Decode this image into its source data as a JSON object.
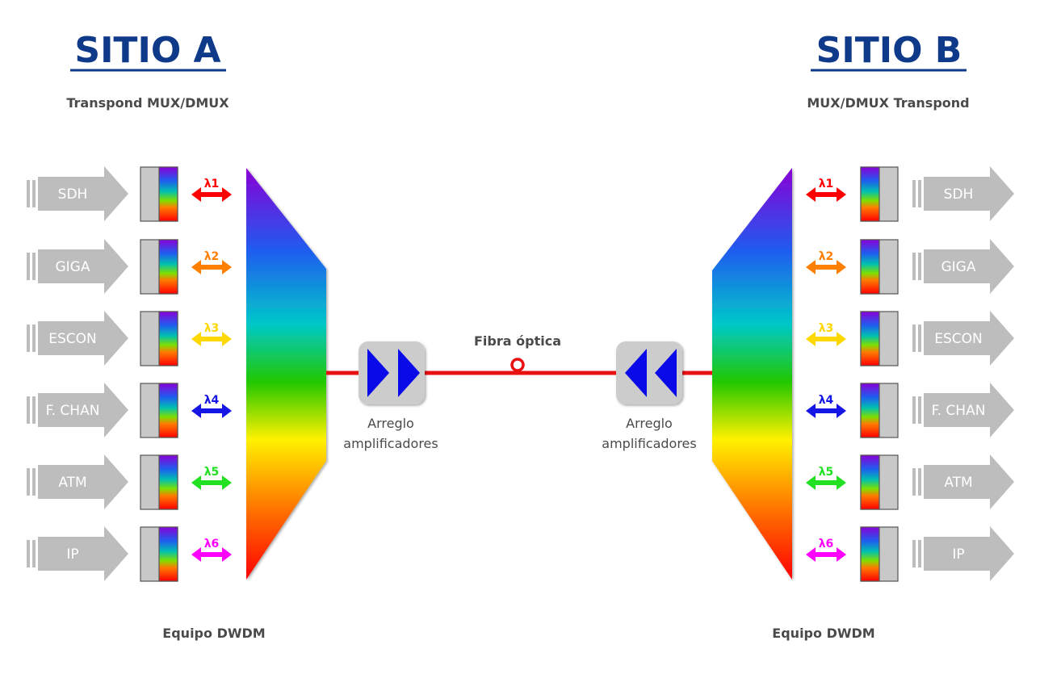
{
  "site_a": {
    "title": "SITIO A",
    "subtitle": "Transpond MUX/DMUX",
    "equipment_label": "Equipo DWDM"
  },
  "site_b": {
    "title": "SITIO B",
    "subtitle": "MUX/DMUX Transpond",
    "equipment_label": "Equipo DWDM"
  },
  "fiber_label": "Fibra óptica",
  "amplifier_label_line1": "Arreglo",
  "amplifier_label_line2": "amplificadores",
  "channels": [
    {
      "service": "SDH",
      "lambda": "λ1",
      "color": "#ff0000"
    },
    {
      "service": "GIGA",
      "lambda": "λ2",
      "color": "#ff7f00"
    },
    {
      "service": "ESCON",
      "lambda": "λ3",
      "color": "#ffd800"
    },
    {
      "service": "F. CHAN",
      "lambda": "λ4",
      "color": "#1515e6"
    },
    {
      "service": "ATM",
      "lambda": "λ5",
      "color": "#22e022"
    },
    {
      "service": "IP",
      "lambda": "λ6",
      "color": "#ff00ff"
    }
  ],
  "colors": {
    "title": "#0f3a8a",
    "service_arrow": "#bdbdbd",
    "fiber": "#e81010",
    "amplifier_box": "#cccccc",
    "amplifier_arrow": "#0a0ae8",
    "label_text": "#4a4a4a"
  }
}
